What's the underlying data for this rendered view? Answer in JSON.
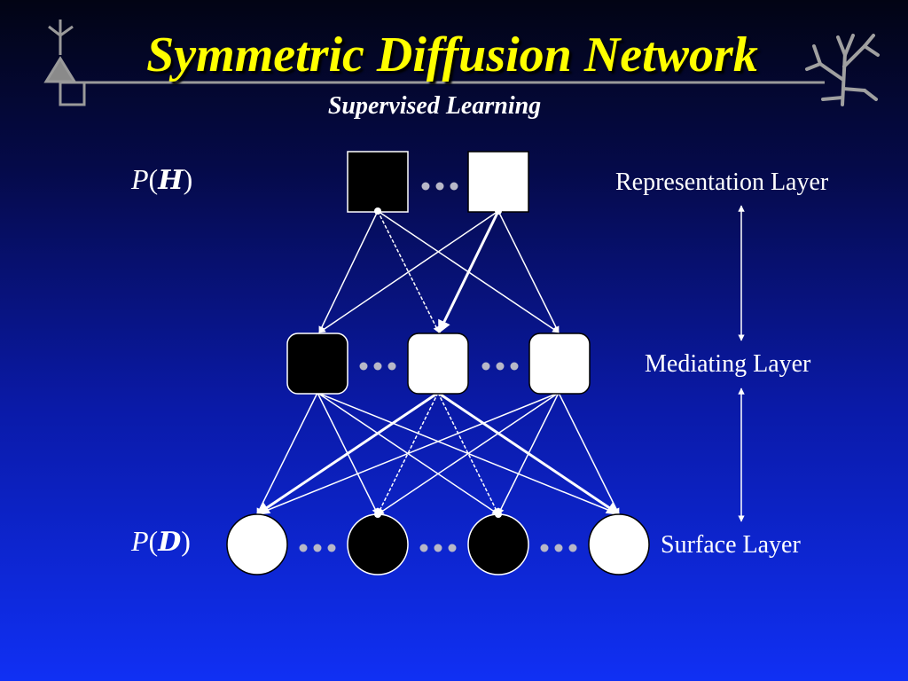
{
  "slide": {
    "title": "Symmetric Diffusion Network",
    "subtitle": "Supervised Learning"
  },
  "probabilities": {
    "hidden": {
      "p": "P",
      "open": "(",
      "symbol": "H",
      "close": ")"
    },
    "data": {
      "p": "P",
      "open": "(",
      "symbol": "D",
      "close": ")"
    }
  },
  "layers": {
    "representation": "Representation Layer",
    "mediating": "Mediating Layer",
    "surface": "Surface Layer"
  },
  "colors": {
    "title": "#ffff00",
    "text": "#ffffff",
    "frame_line": "#9a9a9a",
    "dots": "#b8b8c8",
    "node_on": "#000000",
    "node_off": "#ffffff"
  }
}
